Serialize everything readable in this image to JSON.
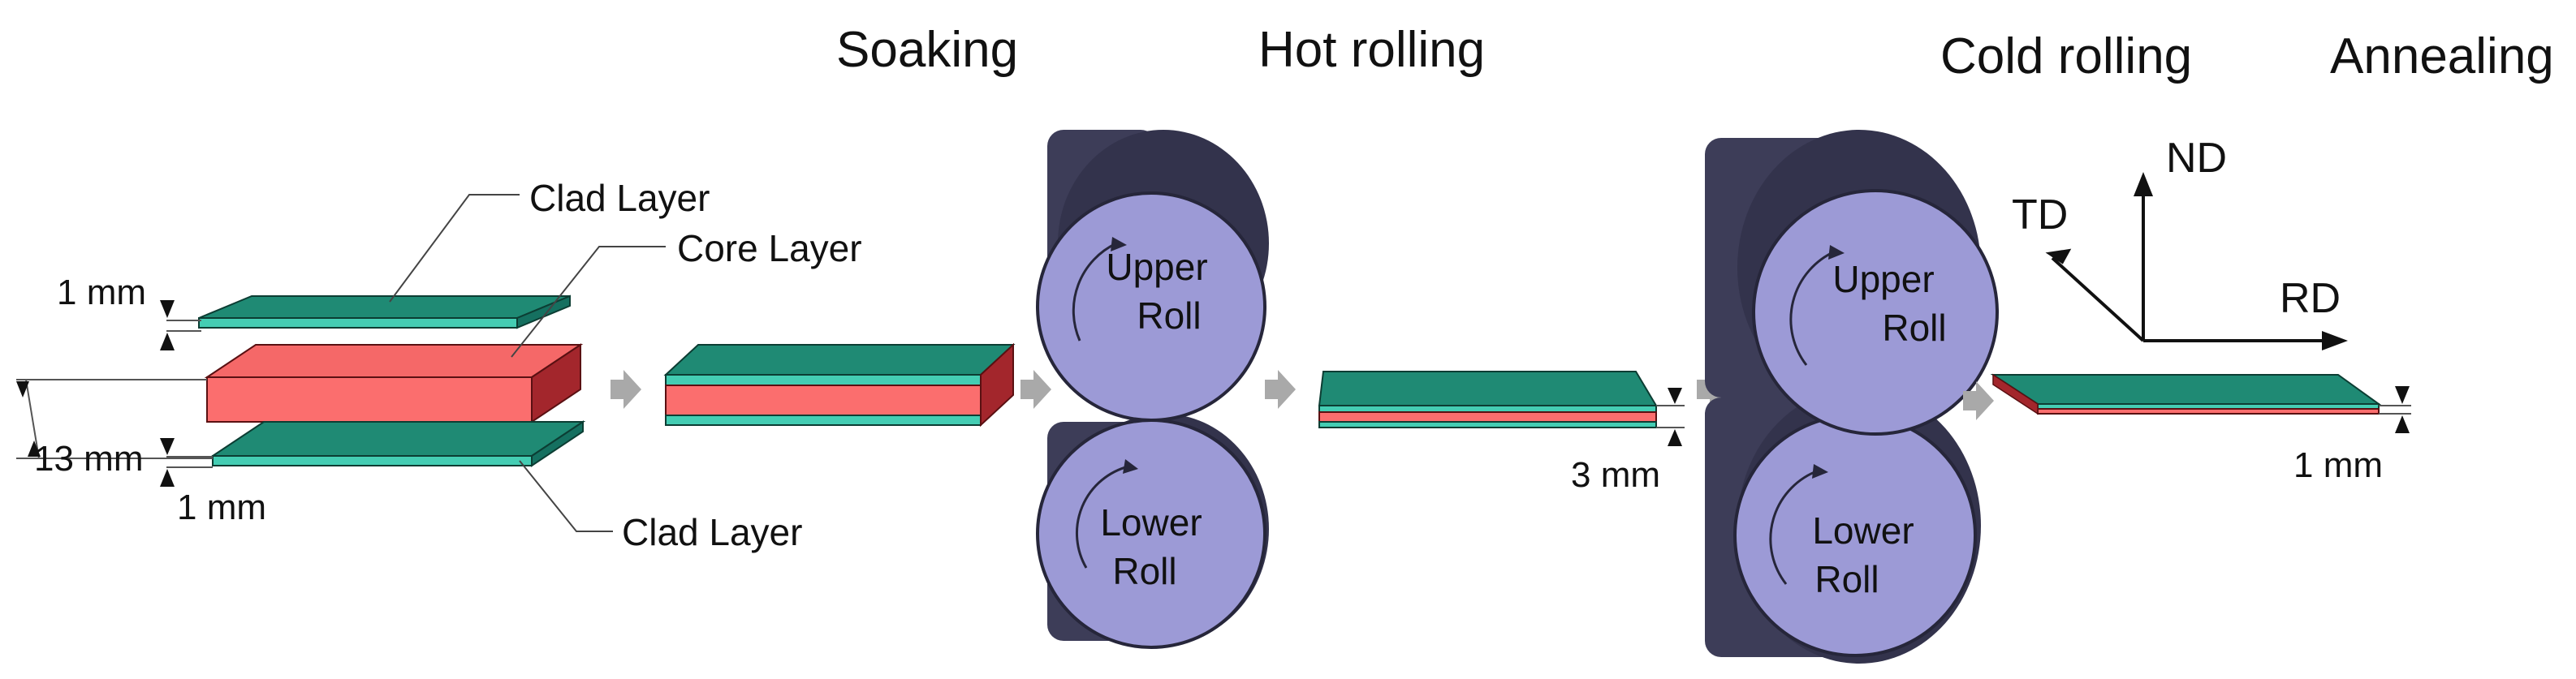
{
  "stages": {
    "soaking": "Soaking",
    "hot_rolling": "Hot rolling",
    "cold_rolling": "Cold rolling",
    "annealing": "Annealing"
  },
  "layers": {
    "clad_top": "Clad Layer",
    "core": "Core Layer",
    "clad_bottom": "Clad Layer"
  },
  "dimensions": {
    "clad_top_thickness": "1 mm",
    "total_thickness": "13 mm",
    "clad_bottom_thickness": "1 mm",
    "hot_rolled_thickness": "3 mm",
    "cold_rolled_thickness": "1 mm"
  },
  "rolls": {
    "hot": {
      "upper_line1": "Upper",
      "upper_line2": "Roll",
      "lower_line1": "Lower",
      "lower_line2": "Roll"
    },
    "cold": {
      "upper_line1": "Upper",
      "upper_line2": "Roll",
      "lower_line1": "Lower",
      "lower_line2": "Roll"
    }
  },
  "axes": {
    "normal": "ND",
    "transverse": "TD",
    "rolling": "RD"
  },
  "colors": {
    "clad_top": "#1f8a74",
    "clad_side": "#44cdb3",
    "core_top": "#fb6e6e",
    "core_side": "#a3262c",
    "roll_face": "#9c9ad6",
    "roll_body": "#3d3d58",
    "process_arrow": "#a9a9a9"
  }
}
